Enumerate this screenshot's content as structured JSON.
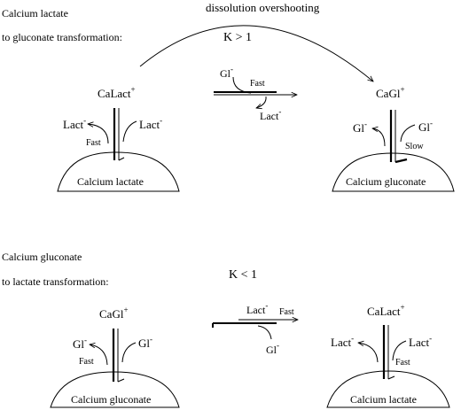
{
  "top": {
    "heading_line1": "Calcium lactate",
    "heading_line2": "to gluconate transformation:",
    "arc_label": "dissolution  overshooting",
    "k_label": "K > 1",
    "left": {
      "complex": "CaLact",
      "complex_charge": "+",
      "left_ion": "Lact",
      "right_ion": "Lact",
      "ion_charge": "-",
      "speed": "Fast",
      "solid": "Calcium lactate"
    },
    "exchange": {
      "top_ion": "Gl",
      "top_speed": "Fast",
      "bottom_ion": "Lact",
      "charge": "-"
    },
    "right": {
      "complex": "CaGl",
      "complex_charge": "+",
      "left_ion": "Gl",
      "right_ion": "Gl",
      "ion_charge": "-",
      "speed": "Slow",
      "solid": "Calcium gluconate"
    }
  },
  "bottom": {
    "heading_line1": "Calcium gluconate",
    "heading_line2": "to lactate transformation:",
    "k_label": "K < 1",
    "left": {
      "complex": "CaGl",
      "complex_charge": "+",
      "left_ion": "Gl",
      "right_ion": "Gl",
      "ion_charge": "-",
      "speed": "Fast",
      "solid": "Calcium gluconate"
    },
    "exchange": {
      "top_ion": "Lact",
      "top_speed": "Fast",
      "bottom_ion": "Gl",
      "charge": "-"
    },
    "right": {
      "complex": "CaLact",
      "complex_charge": "+",
      "left_ion": "Lact",
      "right_ion": "Lact",
      "ion_charge": "-",
      "speed": "Fast",
      "solid": "Calcium lactate"
    }
  }
}
